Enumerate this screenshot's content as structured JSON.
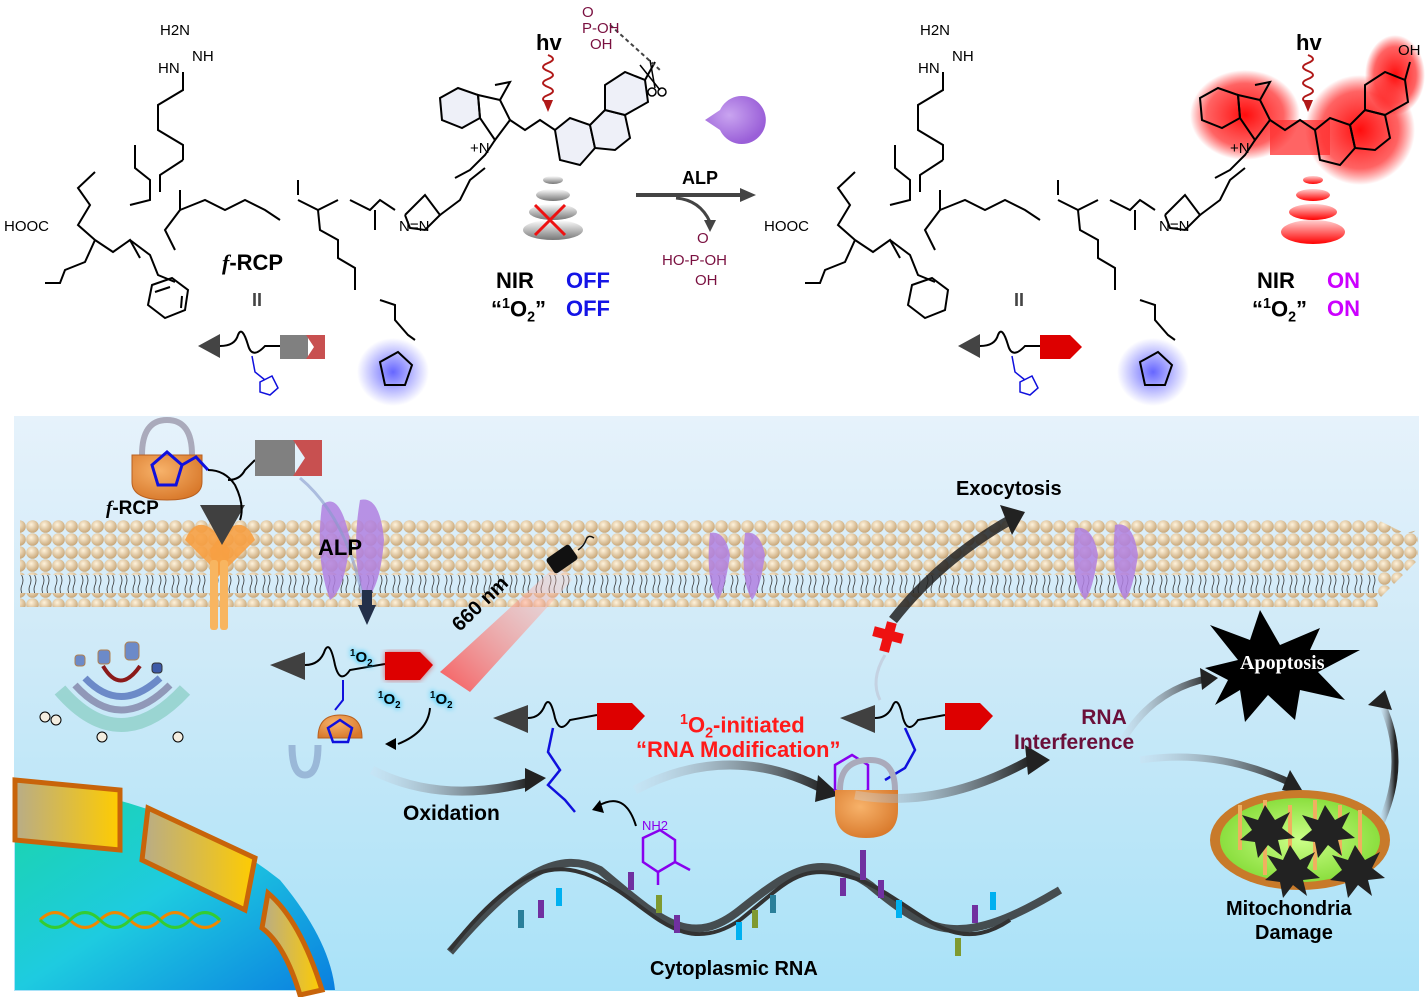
{
  "top_scheme": {
    "left_probe": {
      "name_prefix": "f",
      "name_suffix": "-RCP",
      "pause_symbol": "II",
      "groups": {
        "guanidine_top": "H2N",
        "guanidine_nh": "NH",
        "guanidine_hn": "HN",
        "cooh": "HOOC",
        "triazole": "N=N",
        "cation": "+N",
        "phosphate_O": "O",
        "phosphate_P": "P-OH",
        "phosphate_OH": "OH",
        "xanthene_O": "O"
      },
      "light_label": "hv",
      "status": [
        {
          "label": "NIR",
          "value": "OFF"
        },
        {
          "label_prefix": "“",
          "label_main": "O",
          "label_sup": "1",
          "label_sub": "2",
          "label_suffix": "”",
          "value": "OFF"
        }
      ]
    },
    "reaction": {
      "enzyme_label": "ALP",
      "byproduct": {
        "top": "O",
        "middle": "HO-P-OH",
        "bottom": "OH"
      }
    },
    "right_probe": {
      "pause_symbol": "II",
      "light_label": "hv",
      "hydroxyl": "OH",
      "status": [
        {
          "label": "NIR",
          "value": "ON"
        },
        {
          "label_prefix": "“",
          "label_main": "O",
          "label_sup": "1",
          "label_sub": "2",
          "label_suffix": "”",
          "value": "ON"
        }
      ]
    }
  },
  "cell_panel": {
    "probe_label_prefix": "f",
    "probe_label_suffix": "-RCP",
    "enzyme_label": "ALP",
    "laser_label": "660 nm",
    "exocytosis_label": "Exocytosis",
    "singlet_oxygen": {
      "sup": "1",
      "main": "O",
      "sub": "2"
    },
    "oxidation_label": "Oxidation",
    "modification_line1_sup": "1",
    "modification_line1_main": "O",
    "modification_line1_sub": "2",
    "modification_line1_rest": "-initiated",
    "modification_line2": "“RNA Modification”",
    "cytosine_amine": "NH2",
    "rna_label": "Cytoplasmic RNA",
    "interference_line1": "RNA",
    "interference_line2": "Interference",
    "apoptosis_label": "Apoptosis",
    "mito_line1": "Mitochondria",
    "mito_line2": "Damage"
  },
  "colors": {
    "off_blue": "#1414e6",
    "on_magenta": "#cc00ff",
    "phosphate": "#7a1040",
    "modification_red": "#ff1a1a",
    "interference": "#6b0f3a",
    "furan_blue": "#1010dd",
    "cytosine_purple": "#8800ee"
  }
}
